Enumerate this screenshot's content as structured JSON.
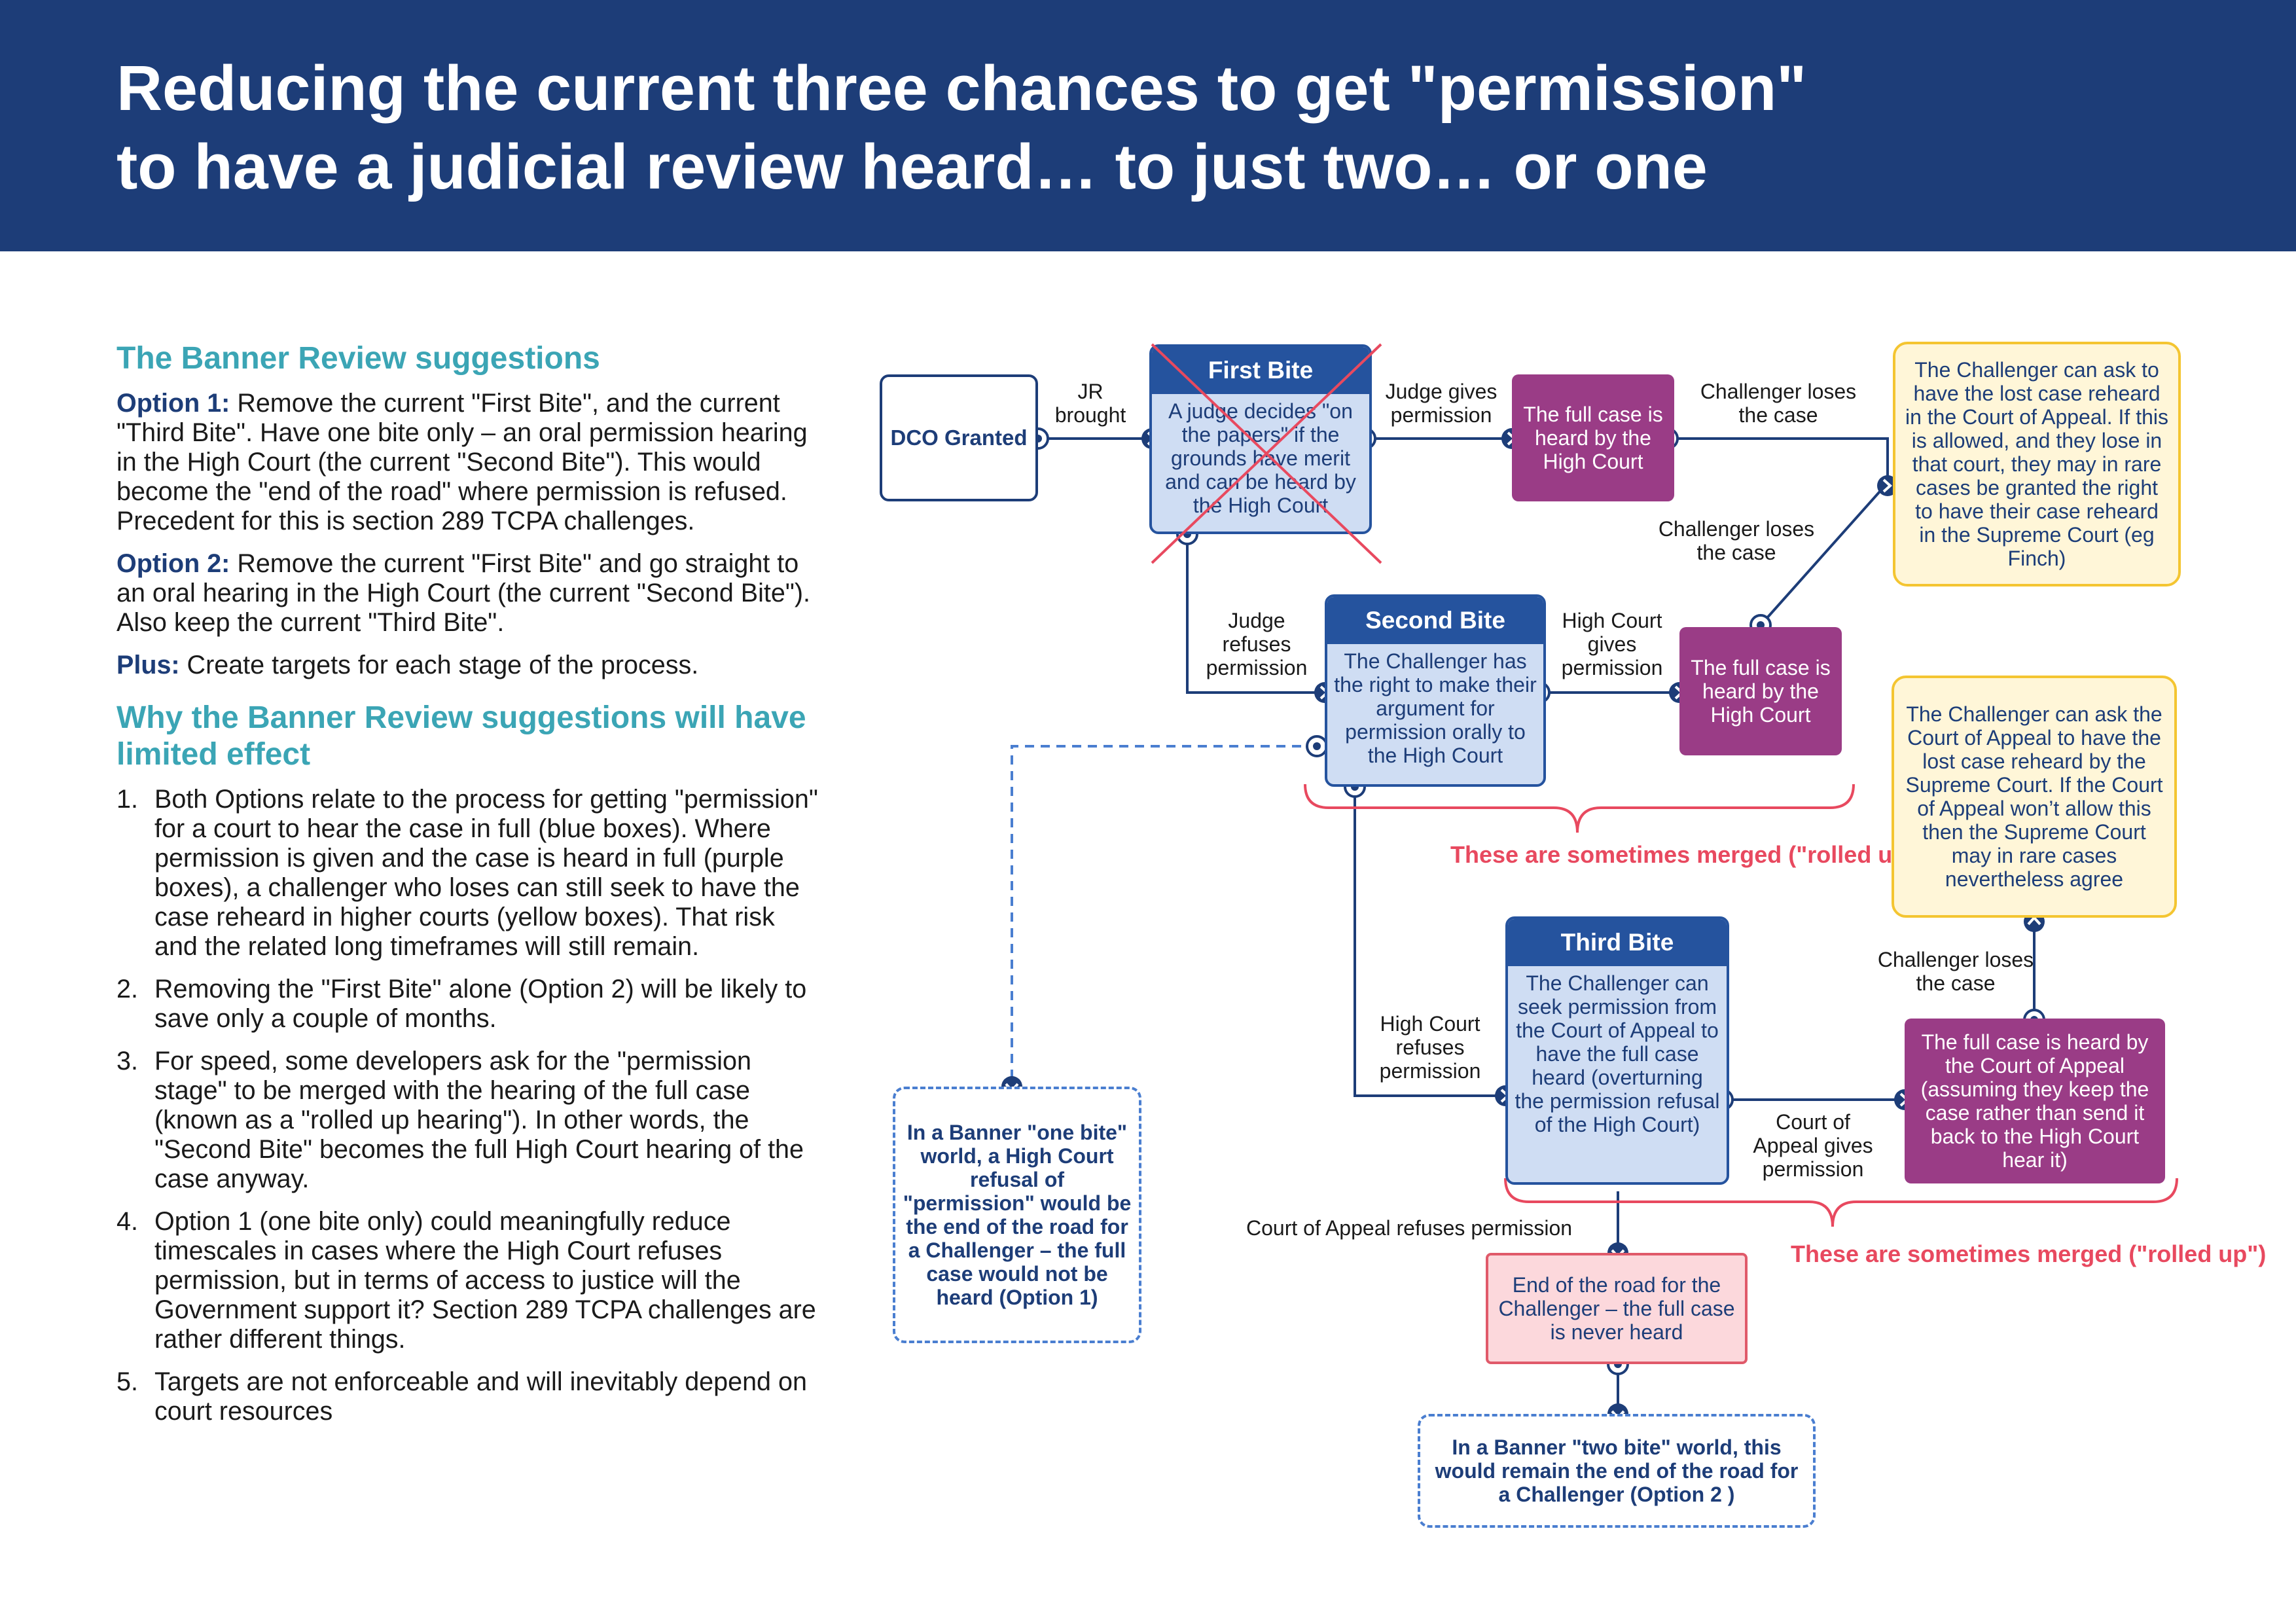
{
  "title": {
    "line1": "Reducing the current three chances to get \"permission\"",
    "line2": "to have a judicial review heard… to just two… or one"
  },
  "left": {
    "heading1": "The Banner Review suggestions",
    "option1_label": "Option 1:",
    "option1_text": " Remove the current \"First Bite\", and the current \"Third Bite\". Have one bite only – an oral permission hearing in the High Court (the current \"Second Bite\"). This would become the \"end of the road\" where permission is refused. Precedent for this is section 289 TCPA challenges.",
    "option2_label": "Option 2:",
    "option2_text": " Remove the current \"First Bite\" and go straight to an oral hearing in the High Court (the current \"Second Bite\"). Also keep the current \"Third Bite\".",
    "plus_label": "Plus:",
    "plus_text": " Create targets for each stage of the process.",
    "heading2": "Why the Banner Review suggestions will have limited effect",
    "points": [
      {
        "num": "1.",
        "text": "Both Options relate to the process for getting \"permission\" for a court to hear the case in full (blue boxes). Where permission is given and the case is heard in full (purple boxes), a challenger who loses can still seek to have the case reheard in higher courts (yellow boxes). That risk and the related long timeframes will still remain."
      },
      {
        "num": "2.",
        "text": "Removing the \"First Bite\" alone (Option 2) will be likely to save only a couple of months."
      },
      {
        "num": "3.",
        "text": "For speed, some developers ask for the \"permission stage\" to be merged with the hearing of the full case (known as a \"rolled up hearing\"). In other words, the \"Second Bite\" becomes the full High Court hearing of the case anyway."
      },
      {
        "num": "4.",
        "text": "Option 1 (one bite only) could meaningfully reduce timescales in cases where the High Court refuses permission, but in terms of access to justice will the Government support it? Section 289 TCPA challenges are rather different things."
      },
      {
        "num": "5.",
        "text": "Targets are not enforceable and will inevitably depend on court resources"
      }
    ]
  },
  "diagram": {
    "dco": "DCO Granted",
    "jr_brought": "JR brought",
    "first_bite": {
      "title": "First Bite",
      "body": "A judge decides \"on the papers\" if the grounds have merit and can be heard by the High Court"
    },
    "judge_gives": "Judge gives permission",
    "judge_refuses": "Judge refuses permission",
    "full_case_hc_1": "The full case is heard by the High Court",
    "challenger_loses_1": "Challenger loses the case",
    "yellow_1": "The Challenger can ask to have the lost case reheard in the Court of Appeal. If this is allowed, and they lose in that court, they may in rare cases be granted the right to have their case reheard in the Supreme Court (eg Finch)",
    "challenger_loses_2": "Challenger loses the case",
    "second_bite": {
      "title": "Second Bite",
      "body": "The Challenger has the right to make their argument for permission orally to the High Court"
    },
    "hc_gives": "High Court gives permission",
    "full_case_hc_2": "The full case is heard by the High Court",
    "merged_1": "These are sometimes merged (\"rolled up\")",
    "yellow_2": "The Challenger can ask the Court of Appeal to have the lost case reheard by the Supreme Court. If the Court of Appeal won’t allow this then the Supreme Court may in rare cases nevertheless agree",
    "challenger_loses_3": "Challenger loses the case",
    "third_bite": {
      "title": "Third Bite",
      "body": "The Challenger can seek permission from the Court of Appeal to have the full case heard (overturning the permission refusal of the High Court)"
    },
    "hc_refuses": "High Court refuses permission",
    "coa_gives": "Court of Appeal gives permission",
    "full_case_coa": "The full case is heard by the Court of Appeal (assuming they keep the case rather than send it back to the High Court hear it)",
    "merged_2": "These are sometimes merged (\"rolled up\")",
    "coa_refuses": "Court of Appeal refuses permission",
    "end_road": "End of the road for the Challenger – the full case is never heard",
    "one_bite": "In a Banner \"one bite\" world, a High Court refusal of \"permission\" would be the end of the road for a Challenger – the full case would not be heard (Option 1)",
    "two_bite": "In a Banner \"two bite\" world, this would remain the end of the road for a Challenger (Option 2 )",
    "colors": {
      "navy": "#1d3d78",
      "blue_box": "#cfddf3",
      "blue_head": "#25539e",
      "purple": "#9a3c86",
      "yellow_fill": "#fff6d8",
      "yellow_border": "#f4c531",
      "pink_fill": "#fcd8dc",
      "red_accent": "#e8495f",
      "teal_heading": "#3ba5b5"
    }
  }
}
